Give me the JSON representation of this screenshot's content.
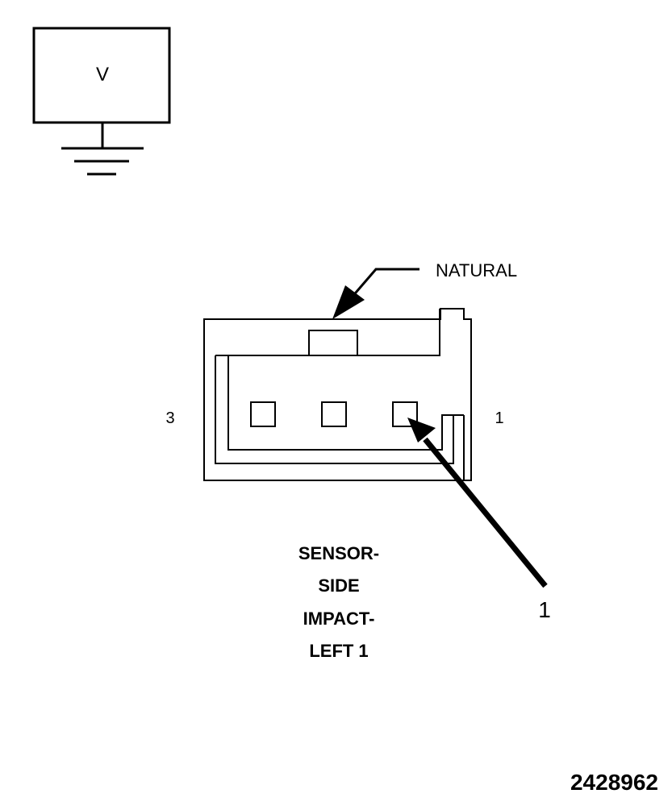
{
  "meter": {
    "symbol": "V"
  },
  "connector": {
    "color_label": "NATURAL",
    "pin_left_label": "3",
    "pin_right_label": "1",
    "probe_callout": "1"
  },
  "caption": {
    "lines": [
      "SENSOR-",
      "SIDE",
      "IMPACT-",
      "LEFT 1"
    ]
  },
  "figure_number": "2428962",
  "colors": {
    "ink": "#000000",
    "background": "#ffffff"
  }
}
